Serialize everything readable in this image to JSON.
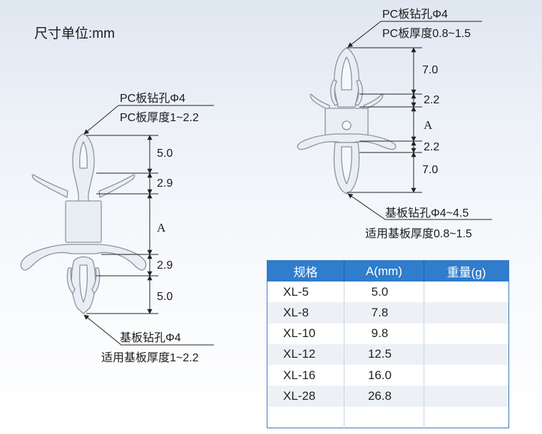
{
  "unit_title": "尺寸单位:mm",
  "left_part": {
    "top_label_line1": "PC板钻孔Φ4",
    "top_label_line2": "PC板厚度1~2.2",
    "bottom_label_line1": "基板钻孔Φ4",
    "bottom_label_line2": "适用基板厚度1~2.2",
    "dims": [
      "5.0",
      "2.9",
      "A",
      "2.9",
      "5.0"
    ]
  },
  "right_part": {
    "top_label_line1": "PC板钻孔Φ4",
    "top_label_line2": "PC板厚度0.8~1.5",
    "bottom_label_line1": "基板钻孔Φ4~4.5",
    "bottom_label_line2": "适用基板厚度0.8~1.5",
    "dims": [
      "7.0",
      "2.2",
      "A",
      "2.2",
      "7.0"
    ]
  },
  "spec_table": {
    "headers": [
      "规格",
      "A(mm)",
      "重量(g)"
    ],
    "rows": [
      [
        "XL-5",
        "5.0",
        ""
      ],
      [
        "XL-8",
        "7.8",
        ""
      ],
      [
        "XL-10",
        "9.8",
        ""
      ],
      [
        "XL-12",
        "12.5",
        ""
      ],
      [
        "XL-16",
        "16.0",
        ""
      ],
      [
        "XL-28",
        "26.8",
        ""
      ],
      [
        "",
        "",
        ""
      ]
    ]
  },
  "colors": {
    "part_fill": "#e9eef4",
    "part_stroke": "#8a939d",
    "table_header": "#2f7dcc"
  }
}
